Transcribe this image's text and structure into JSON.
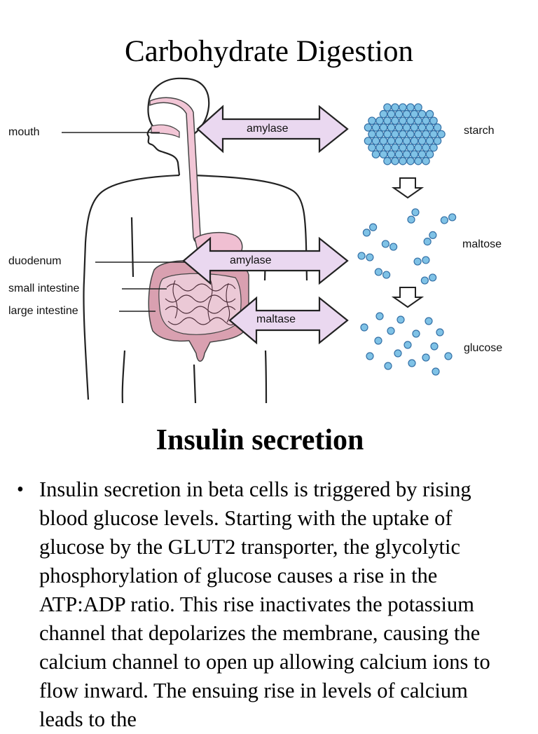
{
  "slide": {
    "title": "Carbohydrate Digestion"
  },
  "diagram": {
    "organ_labels": {
      "mouth": "mouth",
      "duodenum": "duodenum",
      "small_intestine": "small intestine",
      "large_intestine": "large intestine"
    },
    "enzymes": {
      "top": "amylase",
      "middle": "amylase",
      "bottom": "maltase"
    },
    "products": {
      "starch": "starch",
      "maltose": "maltose",
      "glucose": "glucose"
    },
    "colors": {
      "arrow_fill": "#ead8f0",
      "arrow_stroke": "#222222",
      "esophagus": "#f2c6d6",
      "intestine": "#e7c2cf",
      "molecule": "#7fc2e6",
      "molecule_stroke": "#3470a6",
      "outline": "#222222"
    }
  },
  "section": {
    "heading": "Insulin secretion"
  },
  "bullets": [
    "Insulin secretion in beta cells is triggered by rising blood glucose levels. Starting with the uptake of glucose by the GLUT2 transporter, the glycolytic phosphorylation of glucose causes a rise in the ATP:ADP ratio. This rise inactivates the potassium channel that depolarizes the membrane, causing the calcium channel to open up allowing calcium ions to flow inward. The ensuing rise in levels of calcium leads to the"
  ]
}
